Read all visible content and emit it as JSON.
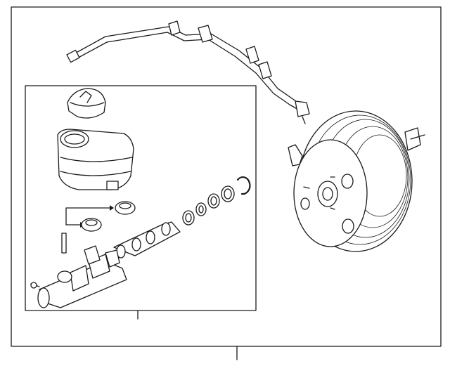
{
  "diagram": {
    "line_color": "#1a1a1a",
    "background": "#ffffff",
    "parts": [
      "outer-frame",
      "inset-frame",
      "vacuum-hose",
      "brake-booster",
      "reservoir-cap",
      "fluid-reservoir",
      "reservoir-grommets",
      "retaining-pin",
      "piston-assembly",
      "seal-rings",
      "snap-ring",
      "master-cylinder-body"
    ]
  }
}
